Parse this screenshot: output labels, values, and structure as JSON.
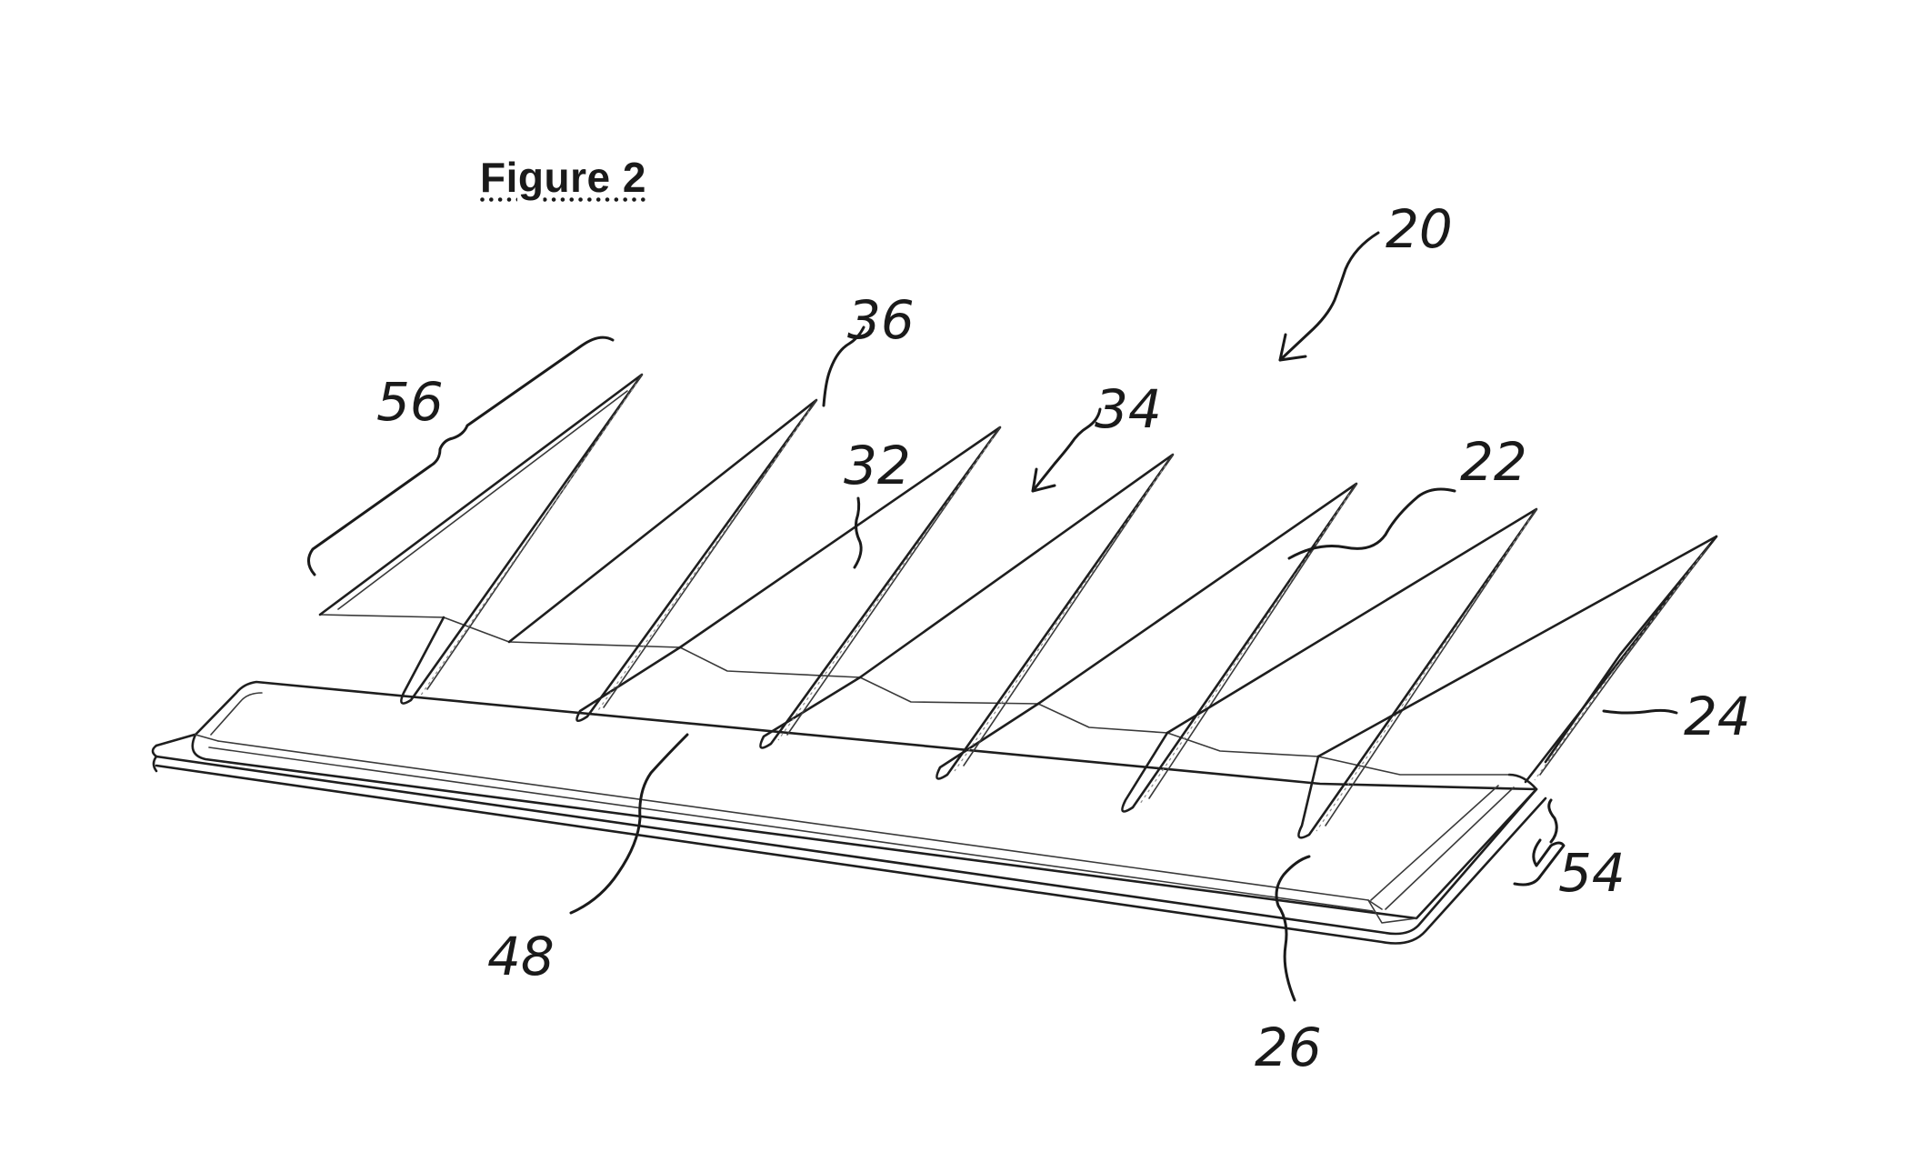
{
  "figure": {
    "title": "Figure 2"
  },
  "labels": {
    "r20": "20",
    "r36": "36",
    "r56": "56",
    "r34": "34",
    "r32": "32",
    "r22": "22",
    "r24": "24",
    "r54": "54",
    "r48": "48",
    "r26": "26"
  }
}
